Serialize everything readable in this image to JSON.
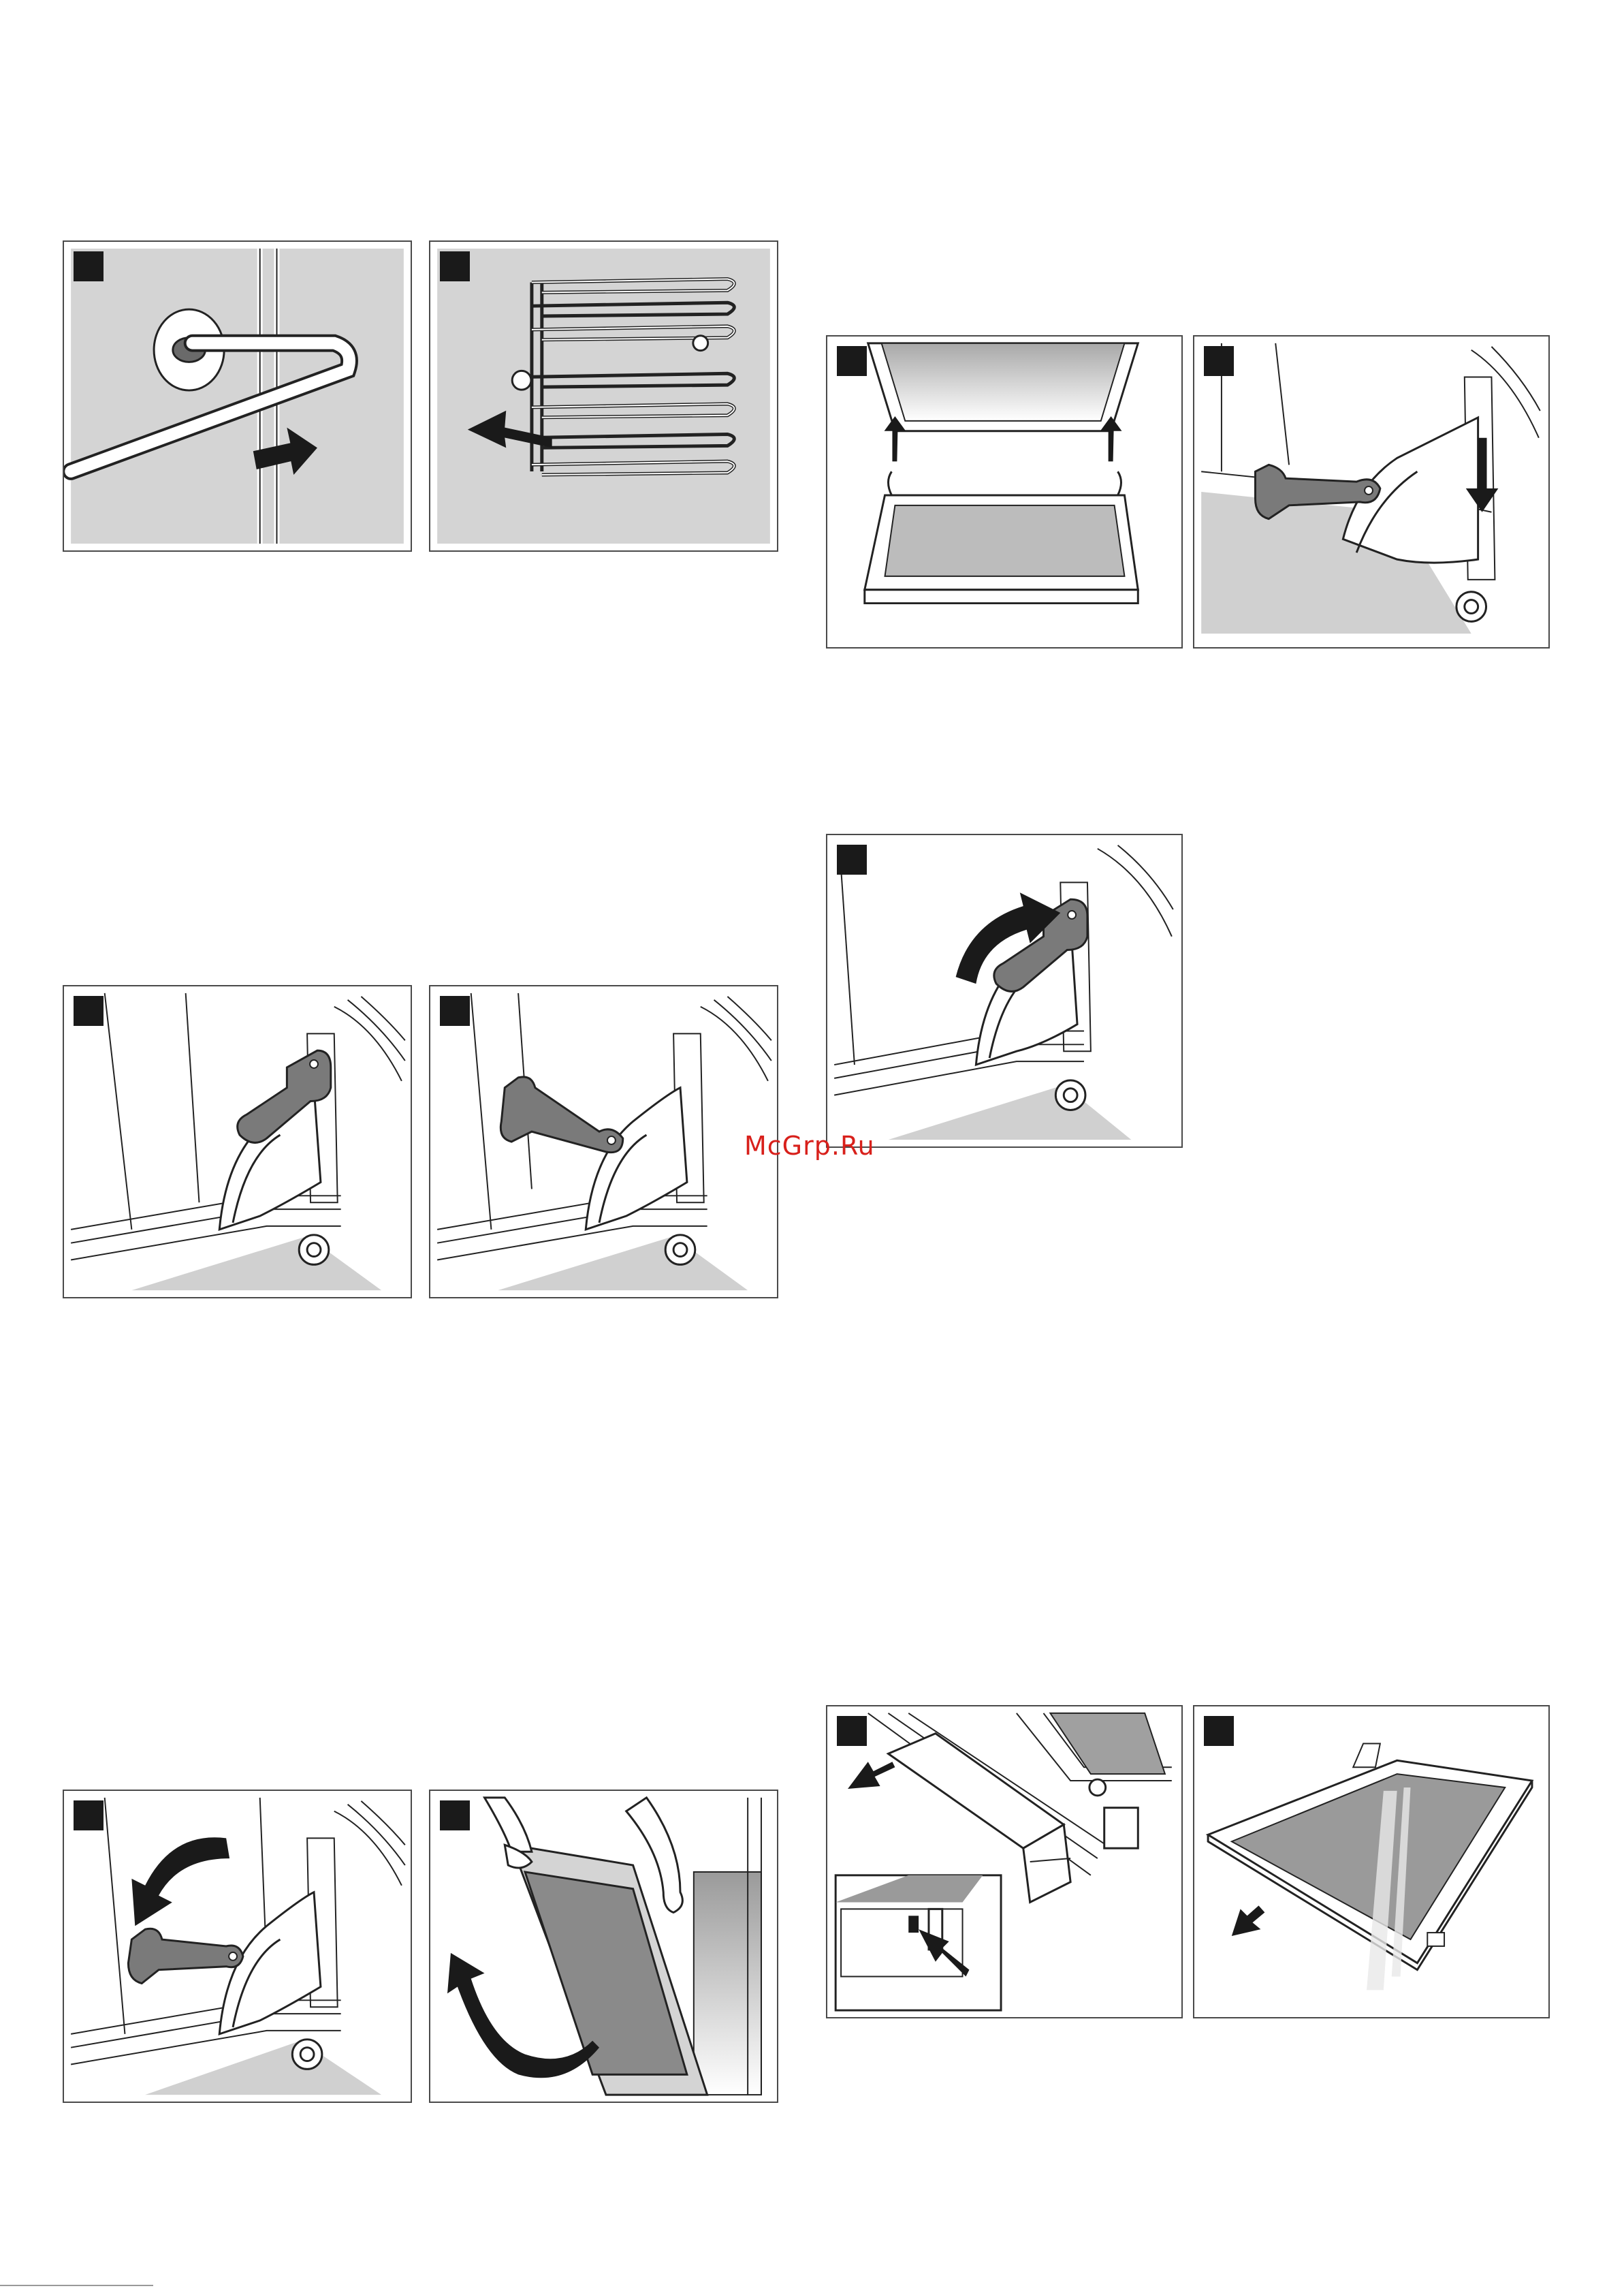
{
  "watermark": {
    "text": "McGrp.Ru"
  },
  "figures": [
    {
      "id": "fig-1",
      "depicts": "rail-unhook"
    },
    {
      "id": "fig-2",
      "depicts": "shelf-rack-remove"
    },
    {
      "id": "fig-3",
      "depicts": "door-glass-lift"
    },
    {
      "id": "fig-4",
      "depicts": "hinge-lever-press"
    },
    {
      "id": "fig-5",
      "depicts": "hinge-lever-flip"
    },
    {
      "id": "fig-6",
      "depicts": "hinge-lever-up"
    },
    {
      "id": "fig-7",
      "depicts": "hinge-lever-down"
    },
    {
      "id": "fig-8",
      "depicts": "hinge-lever-swing"
    },
    {
      "id": "fig-9",
      "depicts": "door-remove-hands"
    },
    {
      "id": "fig-10",
      "depicts": "clip-press"
    },
    {
      "id": "fig-11",
      "depicts": "glass-pane-slide"
    }
  ],
  "colors": {
    "ink": "#222222",
    "shade": "#d0d0d0",
    "lever": "#7a7a7a",
    "marker": "#1a1a1a",
    "watermark": "#d8201b"
  }
}
